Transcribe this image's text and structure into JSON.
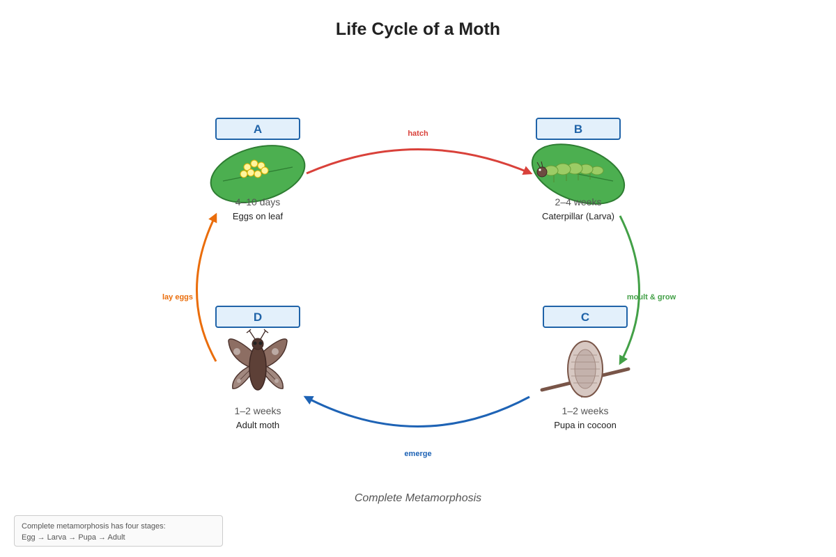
{
  "title": "Life Cycle of a Moth",
  "subtitle": "Complete Metamorphosis",
  "stages": [
    {
      "letter": "A",
      "duration": "4–10 days",
      "name": "Eggs on leaf"
    },
    {
      "letter": "B",
      "duration": "2–4 weeks",
      "name": "Caterpillar (Larva)"
    },
    {
      "letter": "C",
      "duration": "1–2 weeks",
      "name": "Pupa in cocoon"
    },
    {
      "letter": "D",
      "duration": "1–2 weeks",
      "name": "Adult moth"
    }
  ],
  "arrows": [
    {
      "label": "hatch",
      "color": "#d9413a"
    },
    {
      "label": "moult & grow",
      "color": "#43a047"
    },
    {
      "label": "emerge",
      "color": "#1e63b5"
    },
    {
      "label": "lay eggs",
      "color": "#ea6d0b"
    }
  ],
  "note": {
    "line1": "Complete metamorphosis has four stages:",
    "line2": "Egg → Larva → Pupa → Adult"
  },
  "colors": {
    "label_border": "#1f63a8",
    "label_fill": "#e3f0fb",
    "leaf": "#4caf50",
    "leaf_edge": "#2e7d32",
    "egg": "#fff59d",
    "caterpillar": "#9ccc65",
    "cocoon": "#d7c8c2",
    "moth": "#6d4c41"
  }
}
